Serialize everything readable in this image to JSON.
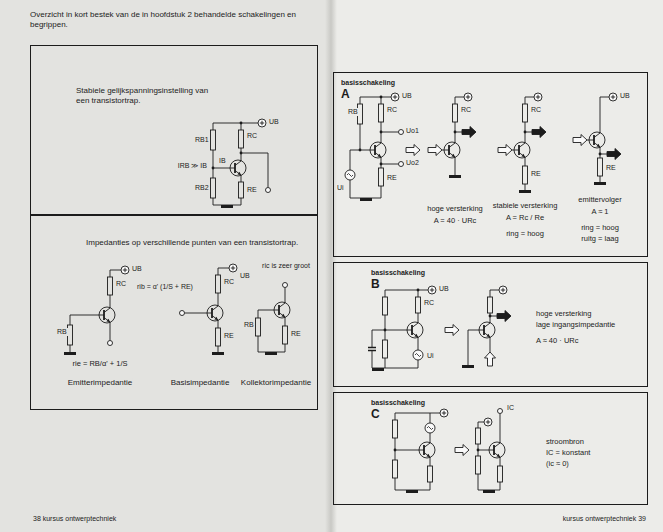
{
  "diagram": {
    "title": "Overzicht in kort bestek van de in hoofdstuk 2 behandelde schakelingen en begrippen.",
    "nodes": [
      {
        "text": [
          "Stabiele gelijkspanningsinstelling van een transistortrap."
        ]
      },
      {
        "text": [
          "Impedanties op verschillende punten van een transistortrap."
        ]
      },
      {
        "text": [
          "basisschakeling",
          "A"
        ]
      },
      {
        "text": [
          "basisschakeling",
          "B"
        ]
      },
      {
        "text": [
          "basisschakeling",
          "C"
        ]
      }
    ],
    "labels": [
      "UB",
      "RB1",
      "RC",
      "IB",
      "IRB ≫ IB",
      "RB2",
      "RE",
      "UB",
      "RC",
      "RB",
      "rie = RB/α' + 1/S",
      "Emitterimpedantie",
      "rib = α' (1/S + RE)",
      "UB",
      "RC",
      "RE",
      "Basisimpedantie",
      "ric is zeer groot",
      "RB",
      "RE",
      "Kollektorimpedantie",
      "UB",
      "RB",
      "RC",
      "Uo1",
      "Uo2",
      "RE",
      "Ui",
      "RC",
      "hoge versterking",
      "A = 40 · URc",
      "RC",
      "RE",
      "stabiele versterking",
      "A = Rc / Re",
      "ring = hoog",
      "UB",
      "RE",
      "emittervolger",
      "A ≈ 1",
      "ring = hoog",
      "ruitg = laag",
      "UB",
      "RC",
      "Ui",
      "hoge versterking",
      "lage ingangsimpedantie",
      "A ≈ 40 · URc",
      "IC",
      "stroombron",
      "IC = konstant",
      "(ic ≈ 0)",
      "38 kursus ontwerptechniek",
      "kursus ontwerptechniek 39"
    ]
  }
}
